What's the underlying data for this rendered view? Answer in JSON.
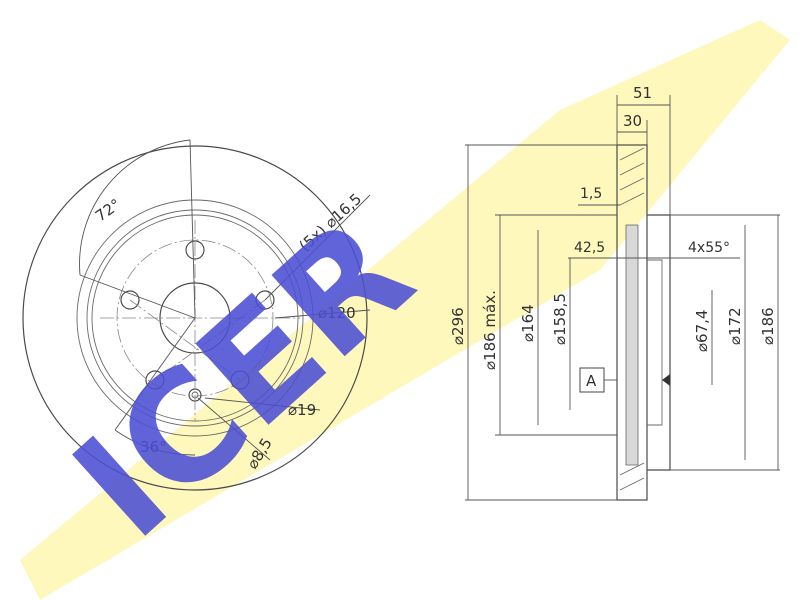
{
  "brand": {
    "logo_text": "ICER",
    "logo_color": "#4c4fd3",
    "stripe_color": "#fff7b0"
  },
  "front_view": {
    "angle_top": "72°",
    "angle_bottom": "36°",
    "holes_label": "(5x) ⌀16,5",
    "pcd_label": "⌀120",
    "hub_label": "⌀19",
    "pin_label": "⌀8,5"
  },
  "section_view": {
    "total_width": "51",
    "disc_thickness": "30",
    "offset": "1,5",
    "hat_depth": "42,5",
    "chamfer": "4x55°",
    "outer_diameter": "⌀296",
    "friction_max": "⌀186 máx.",
    "d164": "⌀164",
    "d158": "⌀158,5",
    "d67": "⌀67,4",
    "d172": "⌀172",
    "d186": "⌀186",
    "ref_mark": "A"
  }
}
